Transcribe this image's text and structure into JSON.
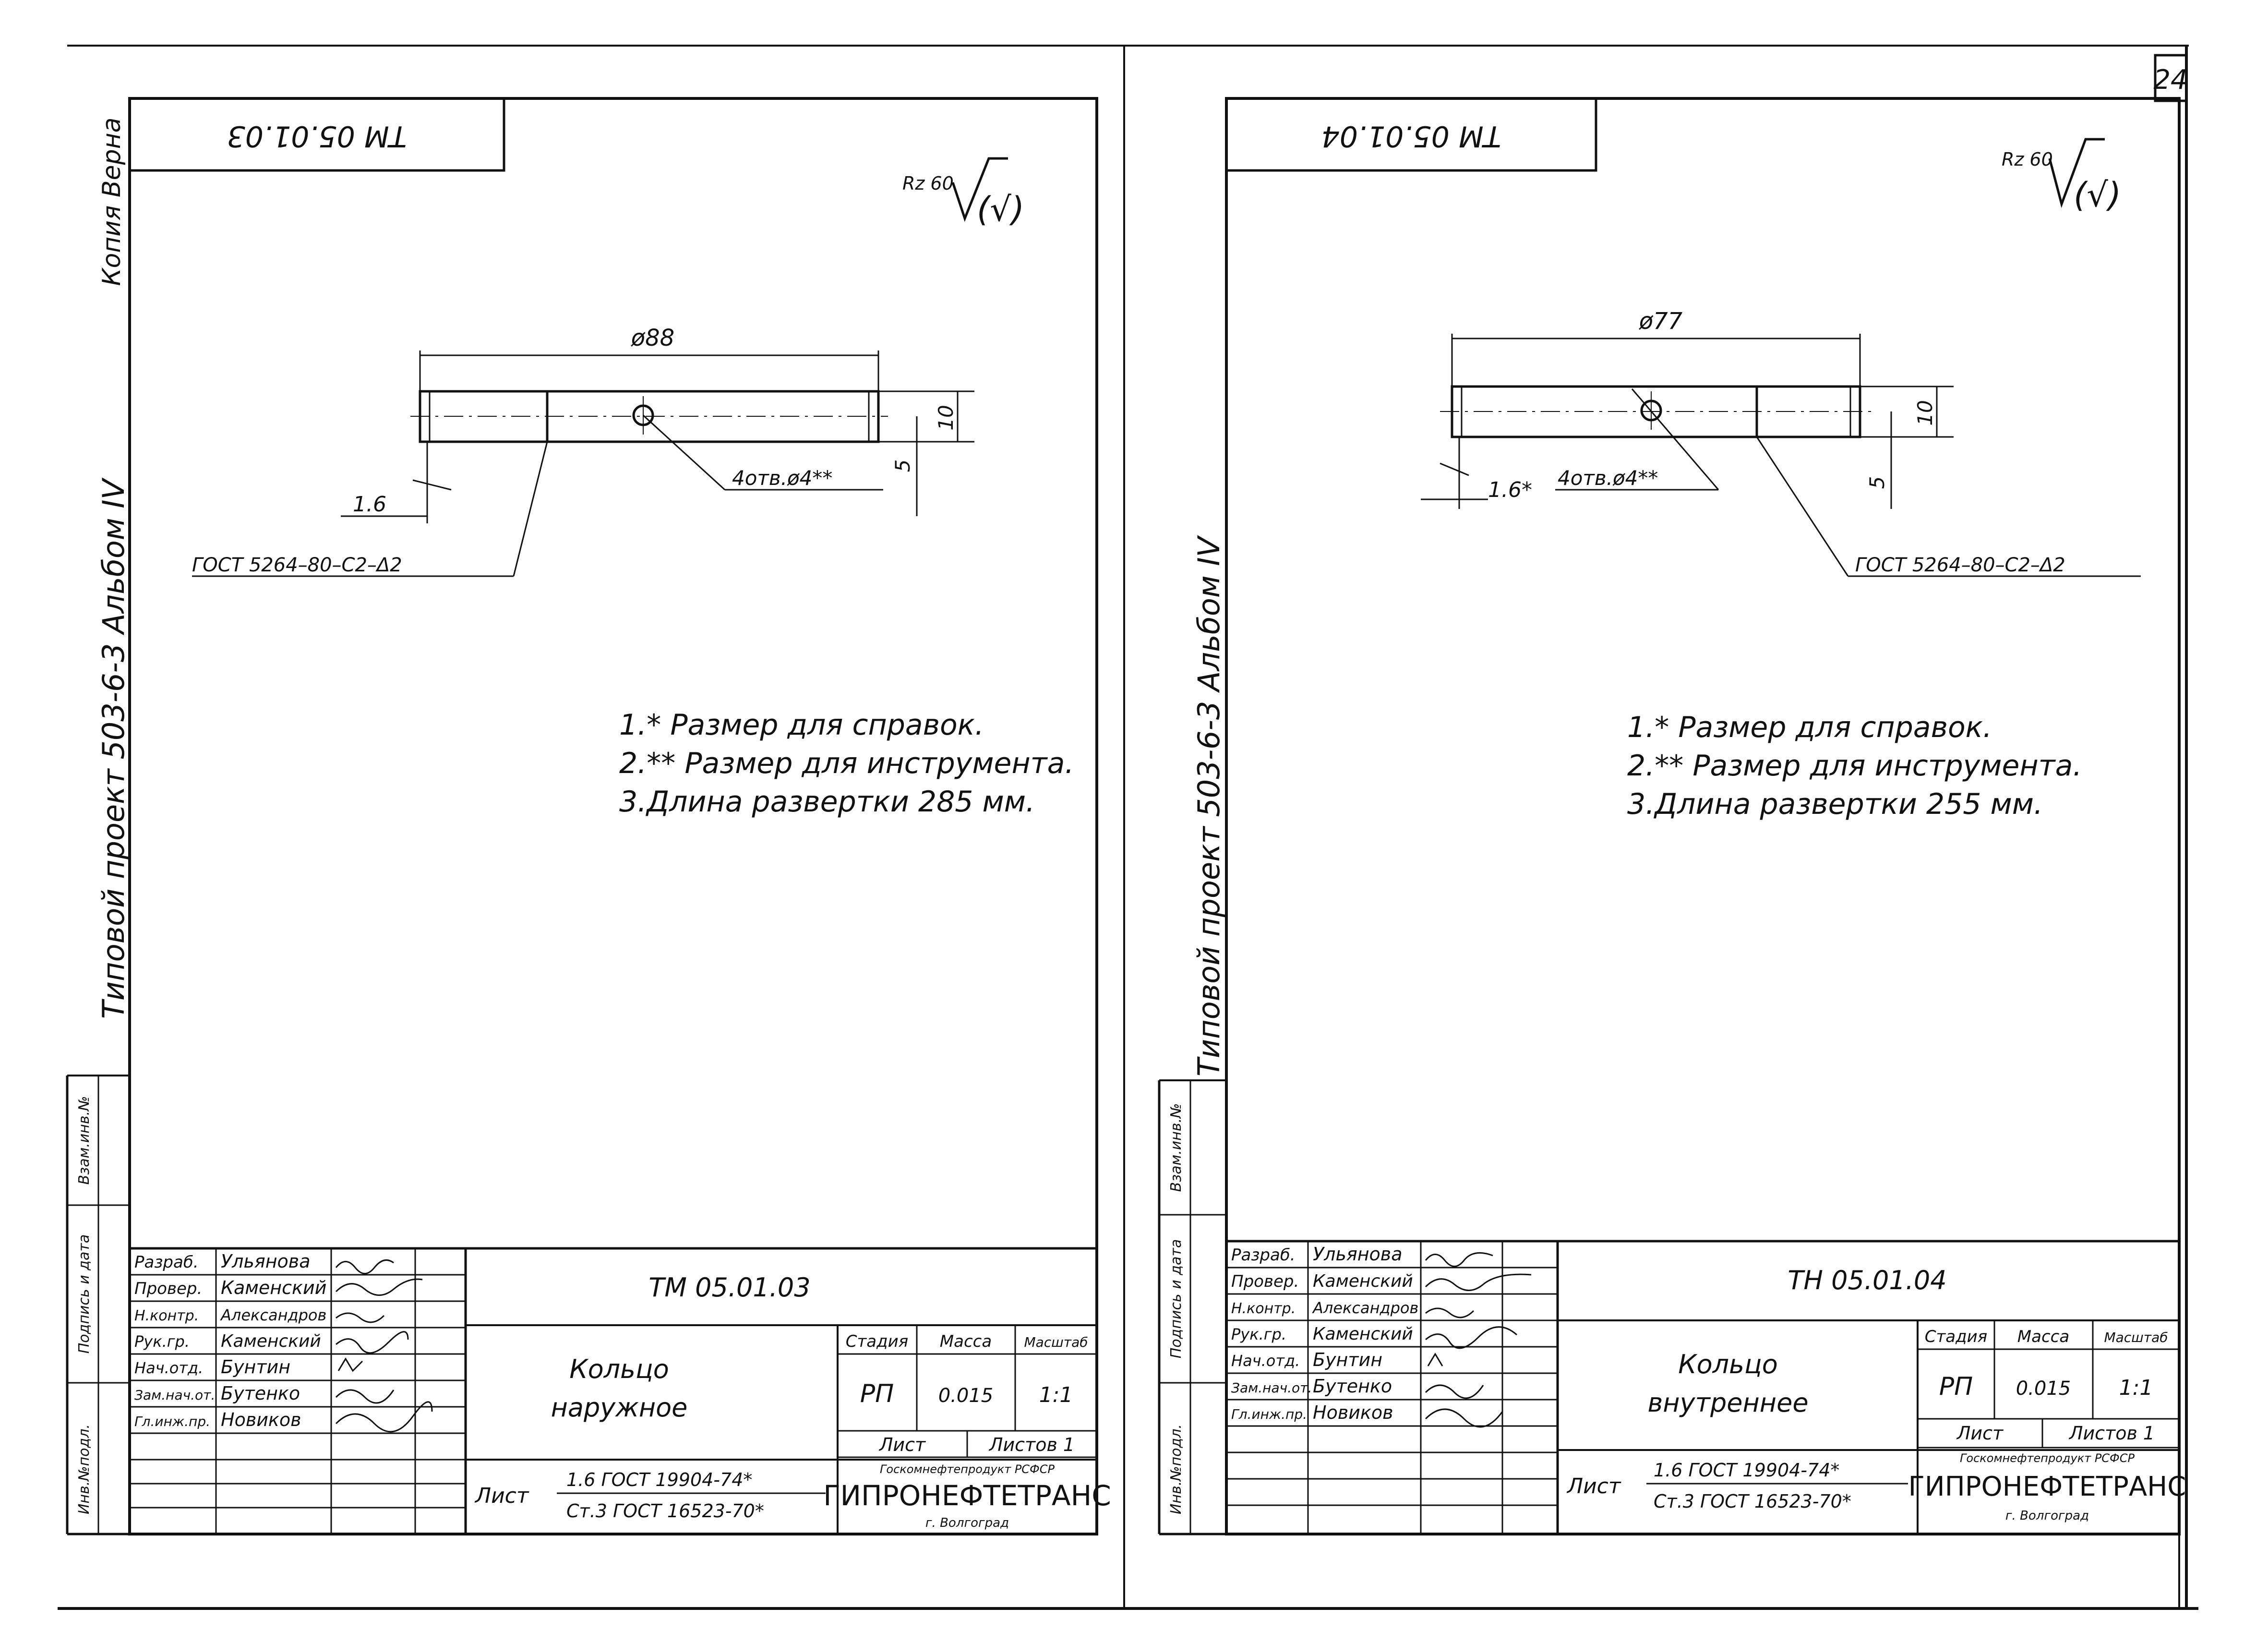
{
  "page_number": "24",
  "sheets": [
    {
      "id": "left",
      "mirrored_code": "ТМ 05.01.03",
      "roughness": "Rz 60",
      "diameter": "ø88",
      "dim_height": "10",
      "dim_hole_offset": "5",
      "dim_chamfer": "1.6",
      "holes_label": "4отв.ø4**",
      "gost_callout": "ГОСТ 5264–80–С2–Δ2",
      "notes": [
        "1.* Размер для справок.",
        "2.** Размер для инструмента.",
        "3.Длина развертки 285 мм."
      ],
      "margin_vertical": "Типовой проект 503-6-3 Альбом IV",
      "copy_label": "Копия Верна",
      "left_strip": [
        "Инв.№подл.",
        "Подпись и дата",
        "Взам.инв.№"
      ],
      "staff": [
        {
          "role": "Разраб.",
          "name": "Ульянова"
        },
        {
          "role": "Провер.",
          "name": "Каменский"
        },
        {
          "role": "Н.контр.",
          "name": "Александров"
        },
        {
          "role": "Рук.гр.",
          "name": "Каменский"
        },
        {
          "role": "Нач.отд.",
          "name": "Бунтин"
        },
        {
          "role": "Зам.нач.от.",
          "name": "Бутенко"
        },
        {
          "role": "Гл.инж.пр.",
          "name": "Новиков"
        }
      ],
      "doc_code": "ТМ 05.01.03",
      "part_name_1": "Кольцо",
      "part_name_2": "наружное",
      "col_stage": "Стадия",
      "col_mass": "Масса",
      "col_scale": "Масштаб",
      "val_stage": "РП",
      "val_mass": "0.015",
      "val_scale": "1:1",
      "col_sheet": "Лист",
      "col_sheets": "Листов 1",
      "material_label": "Лист",
      "material_top": "1.6 ГОСТ 19904-74*",
      "material_bottom": "Ст.3 ГОСТ 16523-70*",
      "org_top": "Госкомнефтепродукт РСФСР",
      "org_name": "ГИПРОНЕФТЕТРАНС",
      "org_city": "г. Волгоград"
    },
    {
      "id": "right",
      "mirrored_code": "ТМ 05.01.04",
      "roughness": "Rz 60",
      "diameter": "ø77",
      "dim_height": "10",
      "dim_hole_offset": "5",
      "dim_chamfer": "1.6*",
      "holes_label": "4отв.ø4**",
      "gost_callout": "ГОСТ 5264–80–С2–Δ2",
      "notes": [
        "1.* Размер для справок.",
        "2.** Размер для инструмента.",
        "3.Длина развертки 255 мм."
      ],
      "margin_vertical": "Типовой проект 503-6-3 Альбом IV",
      "left_strip": [
        "Инв.№подл.",
        "Подпись и дата",
        "Взам.инв.№"
      ],
      "staff": [
        {
          "role": "Разраб.",
          "name": "Ульянова"
        },
        {
          "role": "Провер.",
          "name": "Каменский"
        },
        {
          "role": "Н.контр.",
          "name": "Александров"
        },
        {
          "role": "Рук.гр.",
          "name": "Каменский"
        },
        {
          "role": "Нач.отд.",
          "name": "Бунтин"
        },
        {
          "role": "Зам.нач.от.",
          "name": "Бутенко"
        },
        {
          "role": "Гл.инж.пр.",
          "name": "Новиков"
        }
      ],
      "doc_code": "ТН 05.01.04",
      "part_name_1": "Кольцо",
      "part_name_2": "внутреннее",
      "col_stage": "Стадия",
      "col_mass": "Масса",
      "col_scale": "Масштаб",
      "val_stage": "РП",
      "val_mass": "0.015",
      "val_scale": "1:1",
      "col_sheet": "Лист",
      "col_sheets": "Листов 1",
      "material_label": "Лист",
      "material_top": "1.6 ГОСТ 19904-74*",
      "material_bottom": "Ст.3 ГОСТ 16523-70*",
      "org_top": "Госкомнефтепродукт РСФСР",
      "org_name": "ГИПРОНЕФТЕТРАНС",
      "org_city": "г. Волгоград"
    }
  ]
}
